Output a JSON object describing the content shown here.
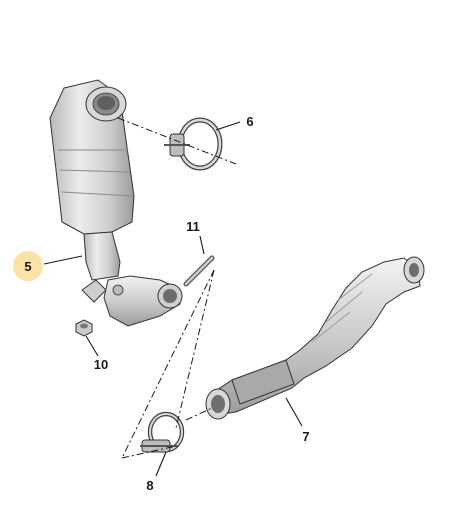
{
  "diagram": {
    "callouts": [
      {
        "id": "c5",
        "label": "5",
        "highlighted": true
      },
      {
        "id": "c6",
        "label": "6"
      },
      {
        "id": "c7",
        "label": "7"
      },
      {
        "id": "c8",
        "label": "8"
      },
      {
        "id": "c10",
        "label": "10"
      },
      {
        "id": "c11",
        "label": "11"
      }
    ],
    "colors": {
      "highlight": "#fbe3a8",
      "line": "#1a1a1a",
      "metal_light": "#e8e8e8",
      "metal_mid": "#c4c4c4",
      "metal_dark": "#8f8f8f"
    }
  }
}
